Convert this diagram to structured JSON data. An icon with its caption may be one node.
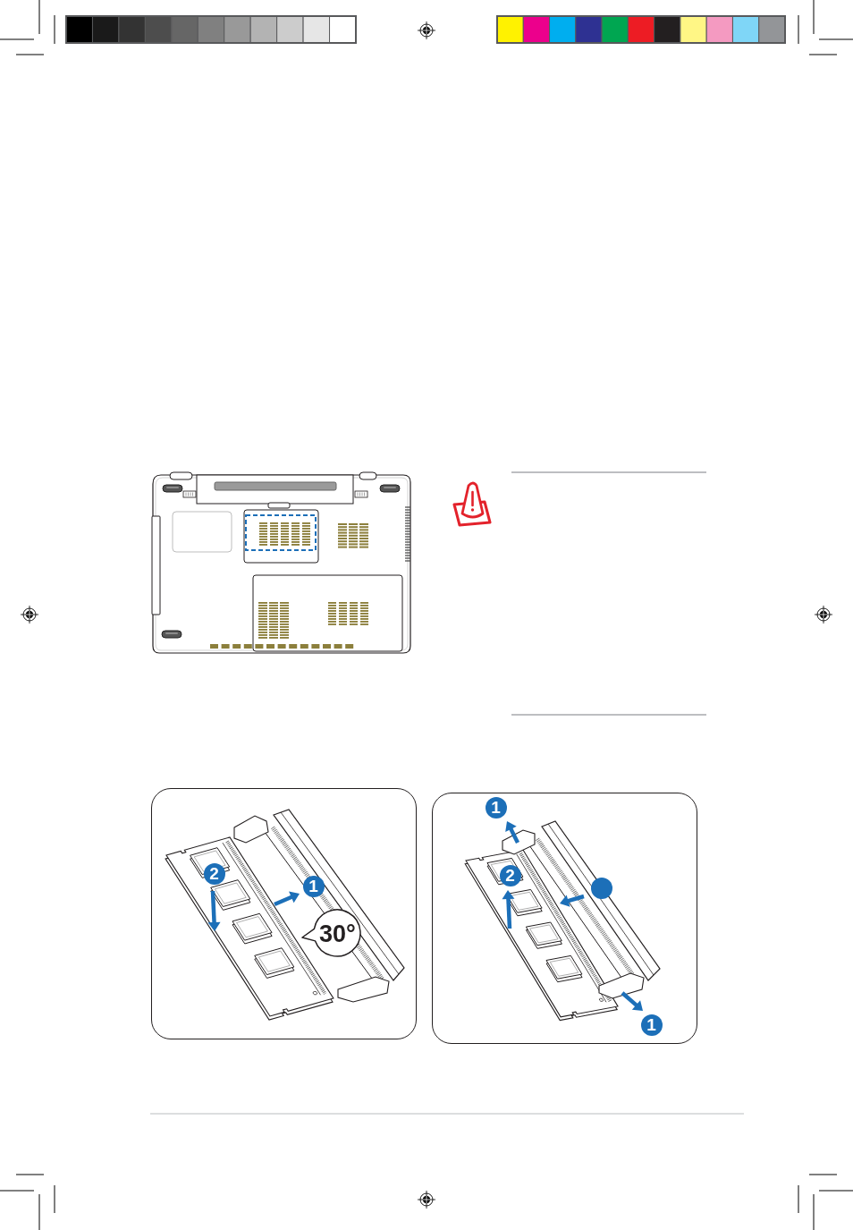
{
  "diagram": {
    "nodes": [
      {
        "text": [],
        "shape": "box"
      },
      {
        "text": [
          "2"
        ],
        "in": 0
      },
      {
        "text": [
          "1"
        ],
        "in": 0
      },
      {
        "text": [
          "30°"
        ],
        "in": 0
      },
      {
        "text": [],
        "shape": "box"
      },
      {
        "text": [
          "1"
        ],
        "in": 4
      },
      {
        "text": [
          "2"
        ],
        "in": 4
      },
      {
        "text": [],
        "shape": "circle",
        "in": 4
      },
      {
        "text": [
          "1"
        ],
        "in": 4
      }
    ]
  }
}
